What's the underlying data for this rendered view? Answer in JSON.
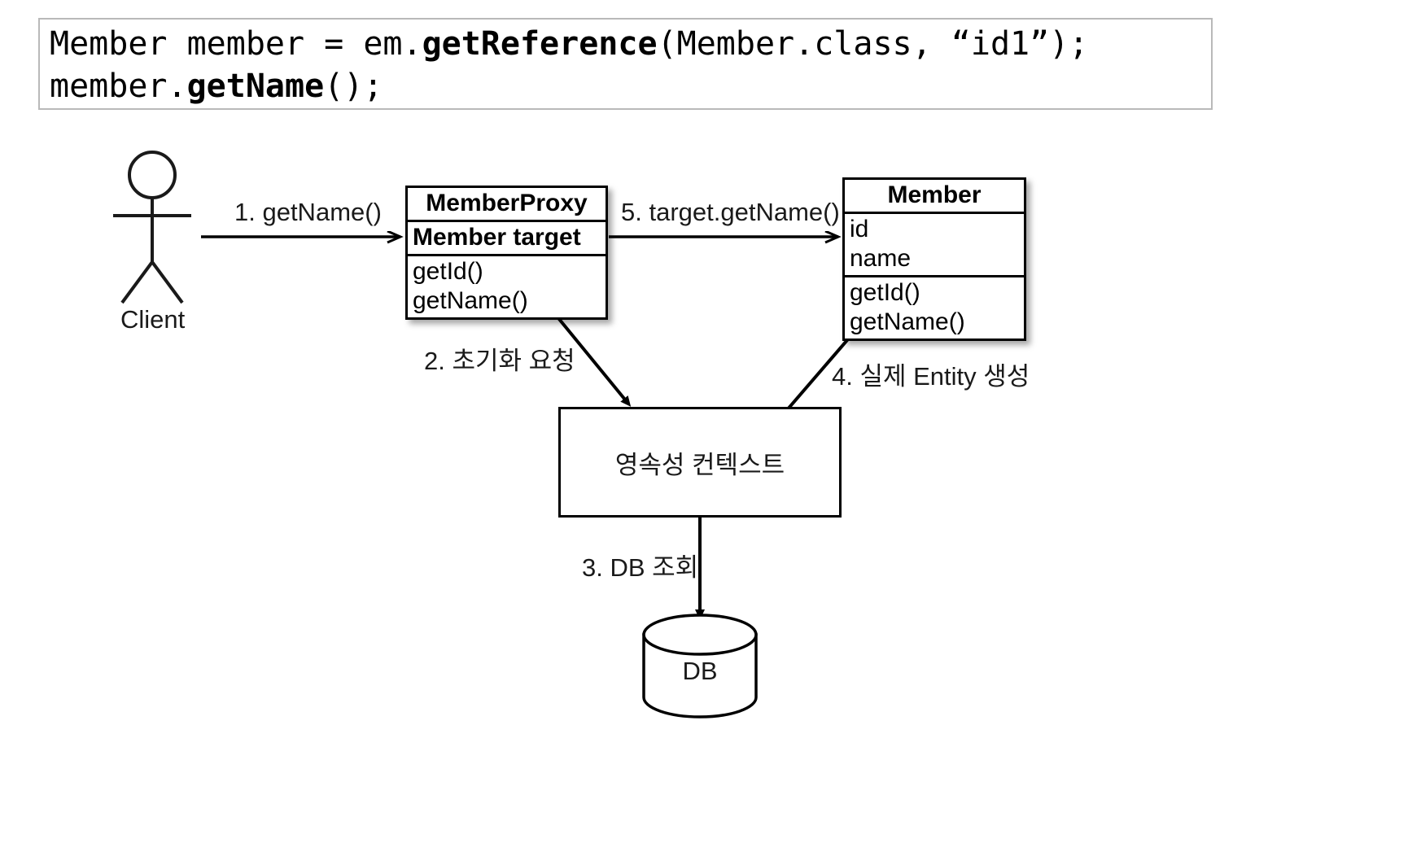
{
  "code_block": {
    "line1_plain_a": "Member member = em.",
    "line1_bold": "getReference",
    "line1_plain_b": "(Member.class, “id1”);",
    "line2_plain_a": "member.",
    "line2_bold": "getName",
    "line2_plain_b": "();"
  },
  "actor": {
    "label": "Client"
  },
  "proxy_class": {
    "title": "MemberProxy",
    "attribute": "Member target",
    "operations": [
      "getId()",
      "getName()"
    ]
  },
  "entity_class": {
    "title": "Member",
    "attributes": [
      "id",
      "name"
    ],
    "operations": [
      "getId()",
      "getName()"
    ]
  },
  "persistence_context": {
    "label": "영속성 컨텍스트"
  },
  "database": {
    "label": "DB"
  },
  "flows": [
    {
      "id": "1",
      "label": "1. getName()"
    },
    {
      "id": "2",
      "label": "2. 초기화 요청"
    },
    {
      "id": "3",
      "label": "3. DB 조회"
    },
    {
      "id": "4",
      "label": "4. 실제 Entity 생성"
    },
    {
      "id": "5",
      "label": "5. target.getName()"
    }
  ],
  "colors": {
    "stroke": "#000000",
    "text": "#1a1a1a",
    "code_border": "#b9b9b9",
    "background": "#ffffff"
  }
}
